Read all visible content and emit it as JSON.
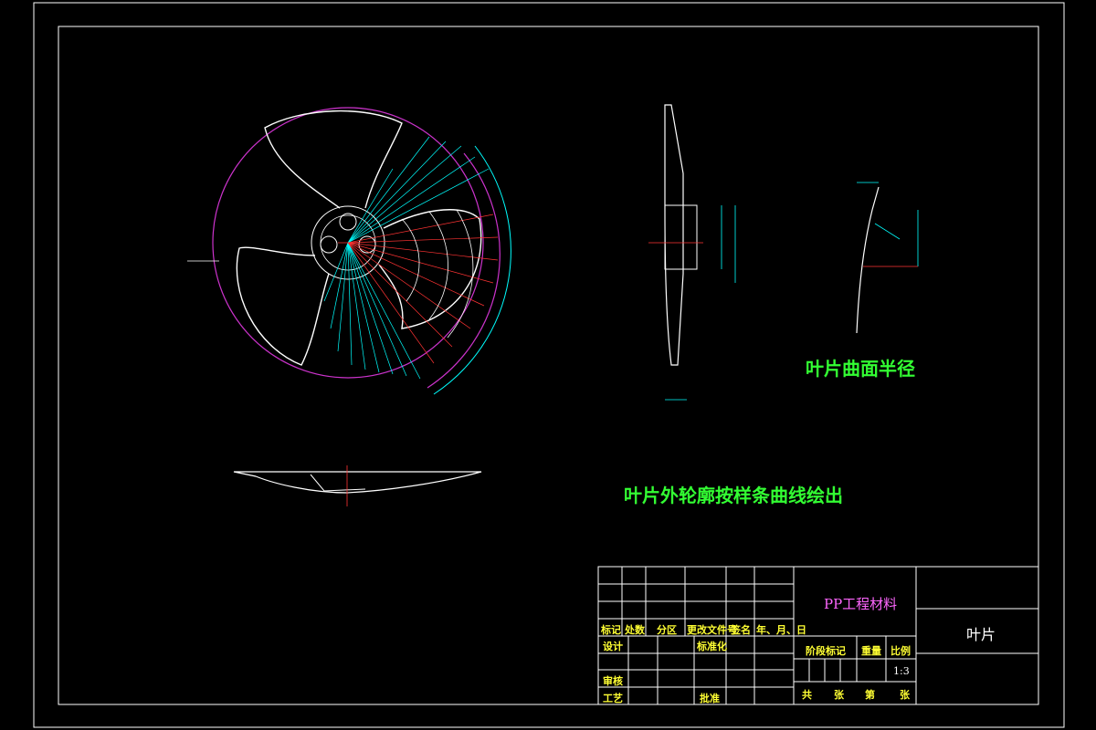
{
  "notes": {
    "blade_radius": "叶片曲面半径",
    "outline": "叶片外轮廓按样条曲线绘出"
  },
  "title_block": {
    "material": "PP工程材料",
    "part_name": "叶片",
    "header": {
      "mark": "标记",
      "count": "处数",
      "zone": "分区",
      "change_doc": "更改文件号",
      "sign": "签名",
      "date": "年、月、日"
    },
    "design": "设计",
    "standardize": "标准化",
    "review": "审核",
    "process": "工艺",
    "approve": "批准",
    "stage_mark": "阶段标记",
    "weight": "重量",
    "scale_label": "比例",
    "scale_value": "1:3",
    "total": "共",
    "sheets": "张",
    "page": "第",
    "sheet": "张"
  },
  "colors": {
    "background": "#000000",
    "line": "#ffffff",
    "note": "#33ff33",
    "cyan": "#00ffff",
    "red": "#ff3333",
    "magenta": "#cc33cc",
    "yellow": "#ffff33"
  }
}
